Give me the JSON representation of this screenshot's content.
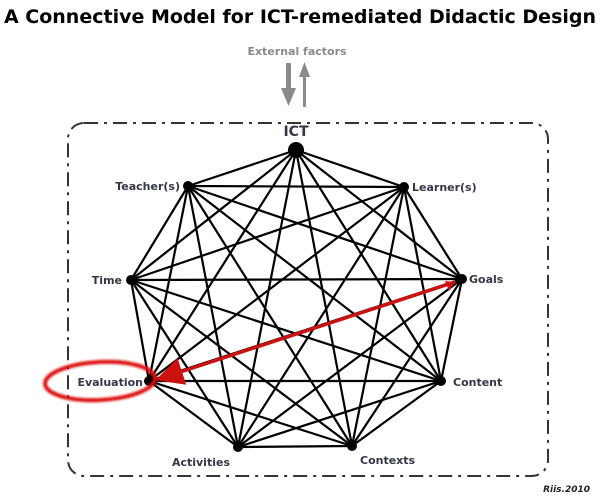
{
  "title": "A Connective Model for ICT-remediated Didactic Design",
  "external_factors": "External factors",
  "credit": "Riis.2010",
  "nodes": [
    {
      "id": "ict",
      "label": "ICT"
    },
    {
      "id": "learners",
      "label": "Learner(s)"
    },
    {
      "id": "goals",
      "label": "Goals"
    },
    {
      "id": "content",
      "label": "Content"
    },
    {
      "id": "contexts",
      "label": "Contexts"
    },
    {
      "id": "activities",
      "label": "Activities"
    },
    {
      "id": "evaluation",
      "label": "Evaluation"
    },
    {
      "id": "time",
      "label": "Time"
    },
    {
      "id": "teachers",
      "label": "Teacher(s)"
    }
  ],
  "highlight": {
    "from": "goals",
    "to": "evaluation",
    "circled": "evaluation"
  },
  "colors": {
    "edge": "#000000",
    "highlight": "#cc1111",
    "label": "#333845",
    "external": "#888888"
  }
}
